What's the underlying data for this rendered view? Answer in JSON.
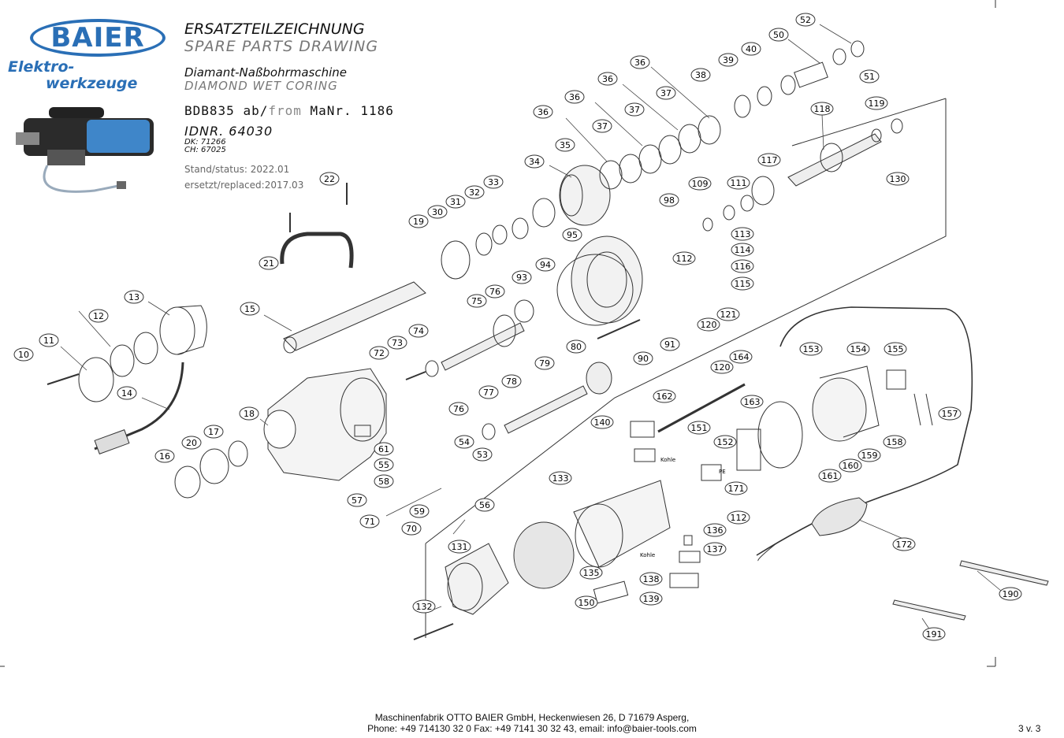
{
  "logo": {
    "brand": "BAIER",
    "line1": "Elektro-",
    "line2": "werkzeuge",
    "brand_color": "#2a6fb6"
  },
  "title": {
    "de": "ERSATZTEILZEICHNUNG",
    "en": "SPARE PARTS DRAWING",
    "machine_de": "Diamant-Naßbohrmaschine",
    "machine_en": "DIAMOND WET CORING",
    "model": "BDB835",
    "ab": "ab/",
    "from": "from",
    "manr": "MaNr. 1186",
    "idnr": "IDNR. 64030",
    "dk": "DK: 71266",
    "ch": "CH: 67025",
    "status_label": "Stand/status:",
    "status_value": "2022.01",
    "replaced_label": "ersetzt/replaced:",
    "replaced_value": "2017.03"
  },
  "footer": {
    "line1": "Maschinenfabrik OTTO BAIER GmbH, Heckenwiesen 26, D 71679 Asperg,",
    "line2": "Phone: +49 714130 32 0  Fax: +49 7141 30 32 43, email: info@baier-tools.com",
    "page": "3 v. 3"
  },
  "labels": [
    {
      "id": "52",
      "text": "52"
    },
    {
      "id": "50",
      "text": "50"
    },
    {
      "id": "51",
      "text": "51"
    },
    {
      "id": "40",
      "text": "40"
    },
    {
      "id": "39",
      "text": "39"
    },
    {
      "id": "36a",
      "text": "36"
    },
    {
      "id": "38",
      "text": "38"
    },
    {
      "id": "36b",
      "text": "36"
    },
    {
      "id": "37a",
      "text": "37"
    },
    {
      "id": "118",
      "text": "118"
    },
    {
      "id": "119",
      "text": "119"
    },
    {
      "id": "36c",
      "text": "36"
    },
    {
      "id": "37b",
      "text": "37"
    },
    {
      "id": "36d",
      "text": "36"
    },
    {
      "id": "37c",
      "text": "37"
    },
    {
      "id": "35",
      "text": "35"
    },
    {
      "id": "117",
      "text": "117"
    },
    {
      "id": "130",
      "text": "130"
    },
    {
      "id": "34",
      "text": "34"
    },
    {
      "id": "33",
      "text": "33"
    },
    {
      "id": "22",
      "text": "22"
    },
    {
      "id": "109",
      "text": "109"
    },
    {
      "id": "111",
      "text": "111"
    },
    {
      "id": "32",
      "text": "32"
    },
    {
      "id": "98",
      "text": "98"
    },
    {
      "id": "31",
      "text": "31"
    },
    {
      "id": "30",
      "text": "30"
    },
    {
      "id": "19",
      "text": "19"
    },
    {
      "id": "95",
      "text": "95"
    },
    {
      "id": "113",
      "text": "113"
    },
    {
      "id": "114",
      "text": "114"
    },
    {
      "id": "112a",
      "text": "112"
    },
    {
      "id": "116",
      "text": "116"
    },
    {
      "id": "21",
      "text": "21"
    },
    {
      "id": "94",
      "text": "94"
    },
    {
      "id": "93",
      "text": "93"
    },
    {
      "id": "115",
      "text": "115"
    },
    {
      "id": "76a",
      "text": "76"
    },
    {
      "id": "75",
      "text": "75"
    },
    {
      "id": "121",
      "text": "121"
    },
    {
      "id": "13",
      "text": "13"
    },
    {
      "id": "15",
      "text": "15"
    },
    {
      "id": "120a",
      "text": "120"
    },
    {
      "id": "12",
      "text": "12"
    },
    {
      "id": "91",
      "text": "91"
    },
    {
      "id": "74",
      "text": "74"
    },
    {
      "id": "11",
      "text": "11"
    },
    {
      "id": "73",
      "text": "73"
    },
    {
      "id": "80",
      "text": "80"
    },
    {
      "id": "153",
      "text": "153"
    },
    {
      "id": "154",
      "text": "154"
    },
    {
      "id": "155",
      "text": "155"
    },
    {
      "id": "10",
      "text": "10"
    },
    {
      "id": "72",
      "text": "72"
    },
    {
      "id": "90",
      "text": "90"
    },
    {
      "id": "164",
      "text": "164"
    },
    {
      "id": "79",
      "text": "79"
    },
    {
      "id": "120b",
      "text": "120"
    },
    {
      "id": "78",
      "text": "78"
    },
    {
      "id": "14",
      "text": "14"
    },
    {
      "id": "77",
      "text": "77"
    },
    {
      "id": "162",
      "text": "162"
    },
    {
      "id": "163",
      "text": "163"
    },
    {
      "id": "18",
      "text": "18"
    },
    {
      "id": "76b",
      "text": "76"
    },
    {
      "id": "157",
      "text": "157"
    },
    {
      "id": "140",
      "text": "140"
    },
    {
      "id": "151",
      "text": "151"
    },
    {
      "id": "17",
      "text": "17"
    },
    {
      "id": "54",
      "text": "54"
    },
    {
      "id": "20",
      "text": "20"
    },
    {
      "id": "152",
      "text": "152"
    },
    {
      "id": "158",
      "text": "158"
    },
    {
      "id": "61",
      "text": "61"
    },
    {
      "id": "53",
      "text": "53"
    },
    {
      "id": "159",
      "text": "159"
    },
    {
      "id": "16",
      "text": "16"
    },
    {
      "id": "55",
      "text": "55"
    },
    {
      "id": "160",
      "text": "160"
    },
    {
      "id": "58",
      "text": "58"
    },
    {
      "id": "161",
      "text": "161"
    },
    {
      "id": "133",
      "text": "133"
    },
    {
      "id": "171",
      "text": "171"
    },
    {
      "id": "57",
      "text": "57"
    },
    {
      "id": "56",
      "text": "56"
    },
    {
      "id": "59",
      "text": "59"
    },
    {
      "id": "112b",
      "text": "112"
    },
    {
      "id": "71",
      "text": "71"
    },
    {
      "id": "136",
      "text": "136"
    },
    {
      "id": "70",
      "text": "70"
    },
    {
      "id": "172",
      "text": "172"
    },
    {
      "id": "131",
      "text": "131"
    },
    {
      "id": "137",
      "text": "137"
    },
    {
      "id": "135",
      "text": "135"
    },
    {
      "id": "138",
      "text": "138"
    },
    {
      "id": "190",
      "text": "190"
    },
    {
      "id": "150",
      "text": "150"
    },
    {
      "id": "139",
      "text": "139"
    },
    {
      "id": "132",
      "text": "132"
    },
    {
      "id": "191",
      "text": "191"
    }
  ],
  "annotations": {
    "kohle1": "Kohle",
    "kohle2": "Kohle",
    "pe": "PE"
  }
}
